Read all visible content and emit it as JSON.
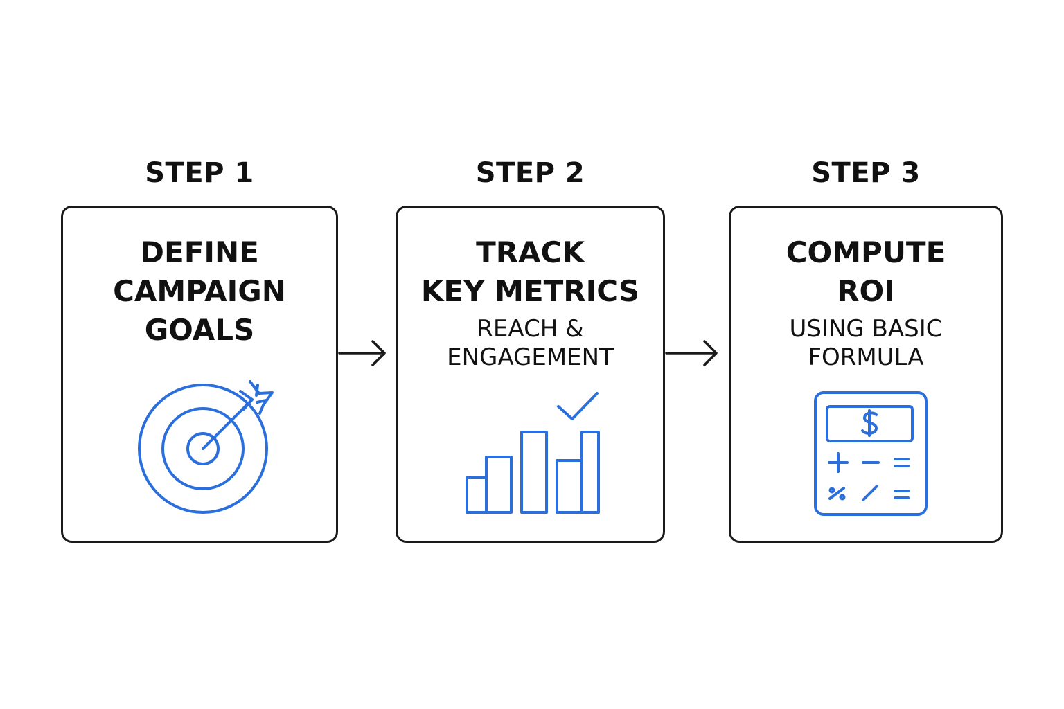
{
  "colors": {
    "accent": "#2a6fdb",
    "stroke": "#1a1a1a",
    "text": "#111111",
    "background": "#ffffff"
  },
  "steps": [
    {
      "label": "STEP 1",
      "title_lines": [
        "DEFINE",
        "CAMPAIGN",
        "GOALS"
      ],
      "subtitle_lines": [],
      "icon": "target-arrow-icon"
    },
    {
      "label": "STEP 2",
      "title_lines": [
        "TRACK",
        "KEY METRICS"
      ],
      "subtitle_lines": [
        "REACH &",
        "ENGAGEMENT"
      ],
      "icon": "bar-chart-check-icon"
    },
    {
      "label": "STEP 3",
      "title_lines": [
        "COMPUTE",
        "ROI"
      ],
      "subtitle_lines": [
        "USING BASIC",
        "FORMULA"
      ],
      "icon": "calculator-dollar-icon"
    }
  ],
  "connectors": [
    "arrow-right-icon",
    "arrow-right-icon"
  ]
}
